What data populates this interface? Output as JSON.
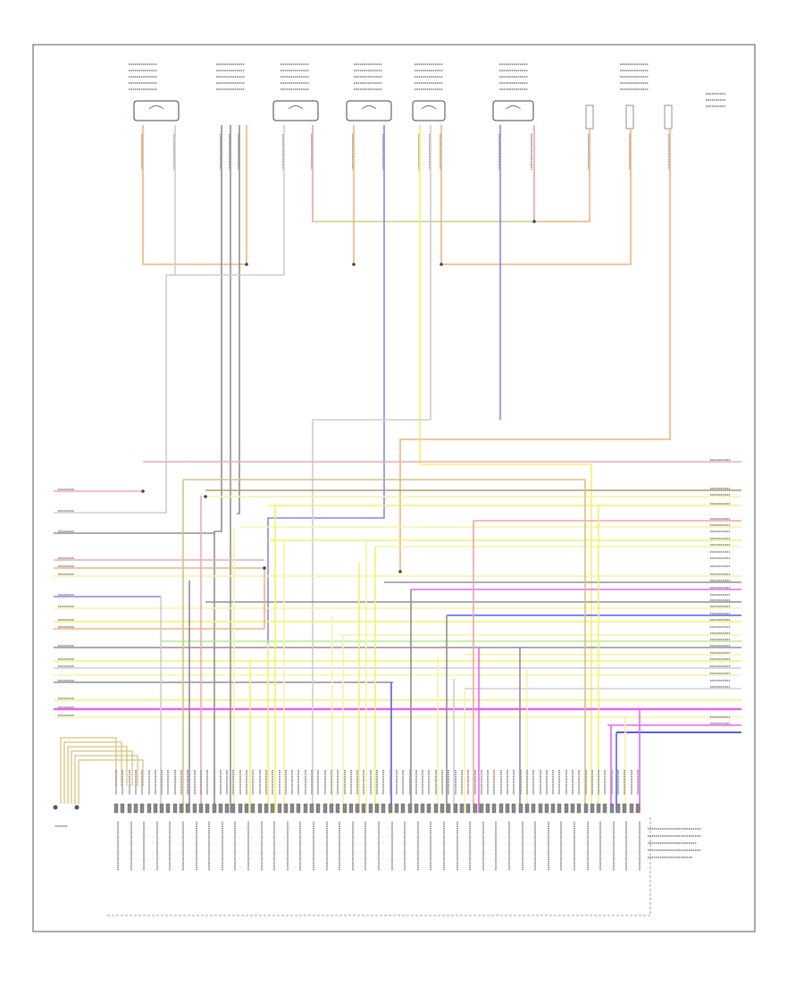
{
  "footer": {
    "code": ""
  },
  "colors": {
    "red": "#f2a3a3",
    "pink": "#f3a7b0",
    "orange": "#f4b27a",
    "yellow": "#f5f06a",
    "pale_yellow": "#f7f3a6",
    "green": "#b9ea8f",
    "blue": "#8b86f0",
    "magenta": "#ee62ee",
    "dark_blue": "#5b5bea",
    "grey": "#909090",
    "light_grey": "#cfcfcf",
    "tan": "#d8c27e",
    "brown": "#b49a66",
    "black": "#333333"
  },
  "diagram": {
    "components": [
      {
        "id": "comp-1",
        "label": ""
      },
      {
        "id": "comp-2",
        "label": ""
      },
      {
        "id": "comp-3",
        "label": ""
      },
      {
        "id": "comp-4",
        "label": ""
      },
      {
        "id": "comp-5",
        "label": ""
      },
      {
        "id": "comp-6",
        "label": ""
      },
      {
        "id": "comp-7",
        "label": ""
      }
    ],
    "ground_label": "",
    "note": ""
  }
}
